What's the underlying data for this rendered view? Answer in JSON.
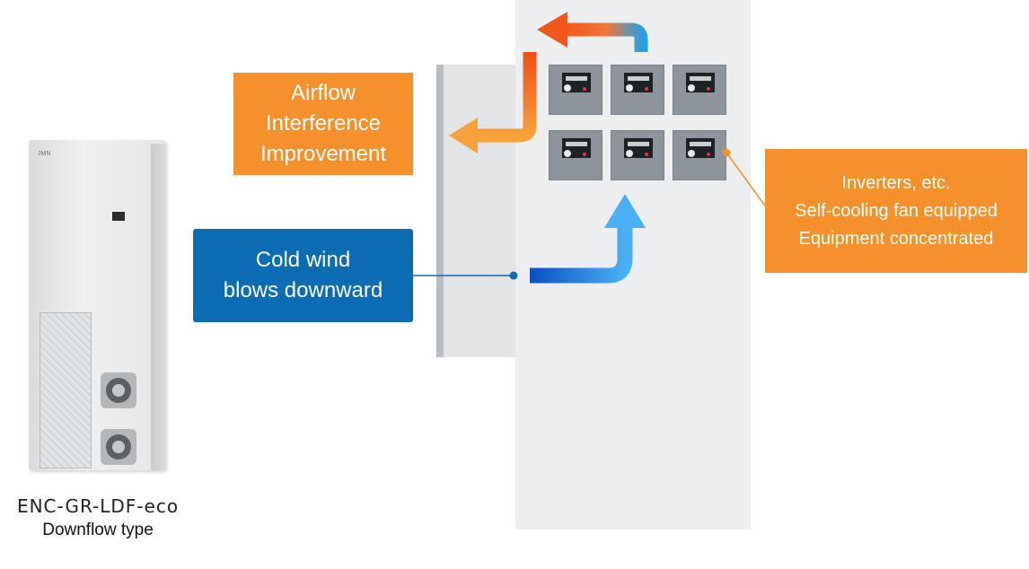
{
  "product": {
    "model": "ENC-GR-LDF-eco",
    "type": "Downflow type",
    "brand_mark": "JMN"
  },
  "callouts": {
    "airflow": [
      "Airflow",
      "Interference",
      "Improvement"
    ],
    "cold_wind": [
      "Cold wind",
      "blows downward"
    ],
    "inverters": [
      "Inverters, etc.",
      "Self-cooling fan equipped",
      "Equipment concentrated"
    ]
  },
  "colors": {
    "orange": "#f5902a",
    "blue": "#0b6bb3",
    "hot_arrow": "#f26a1b",
    "cold_arrow": "#3aa0f0"
  }
}
